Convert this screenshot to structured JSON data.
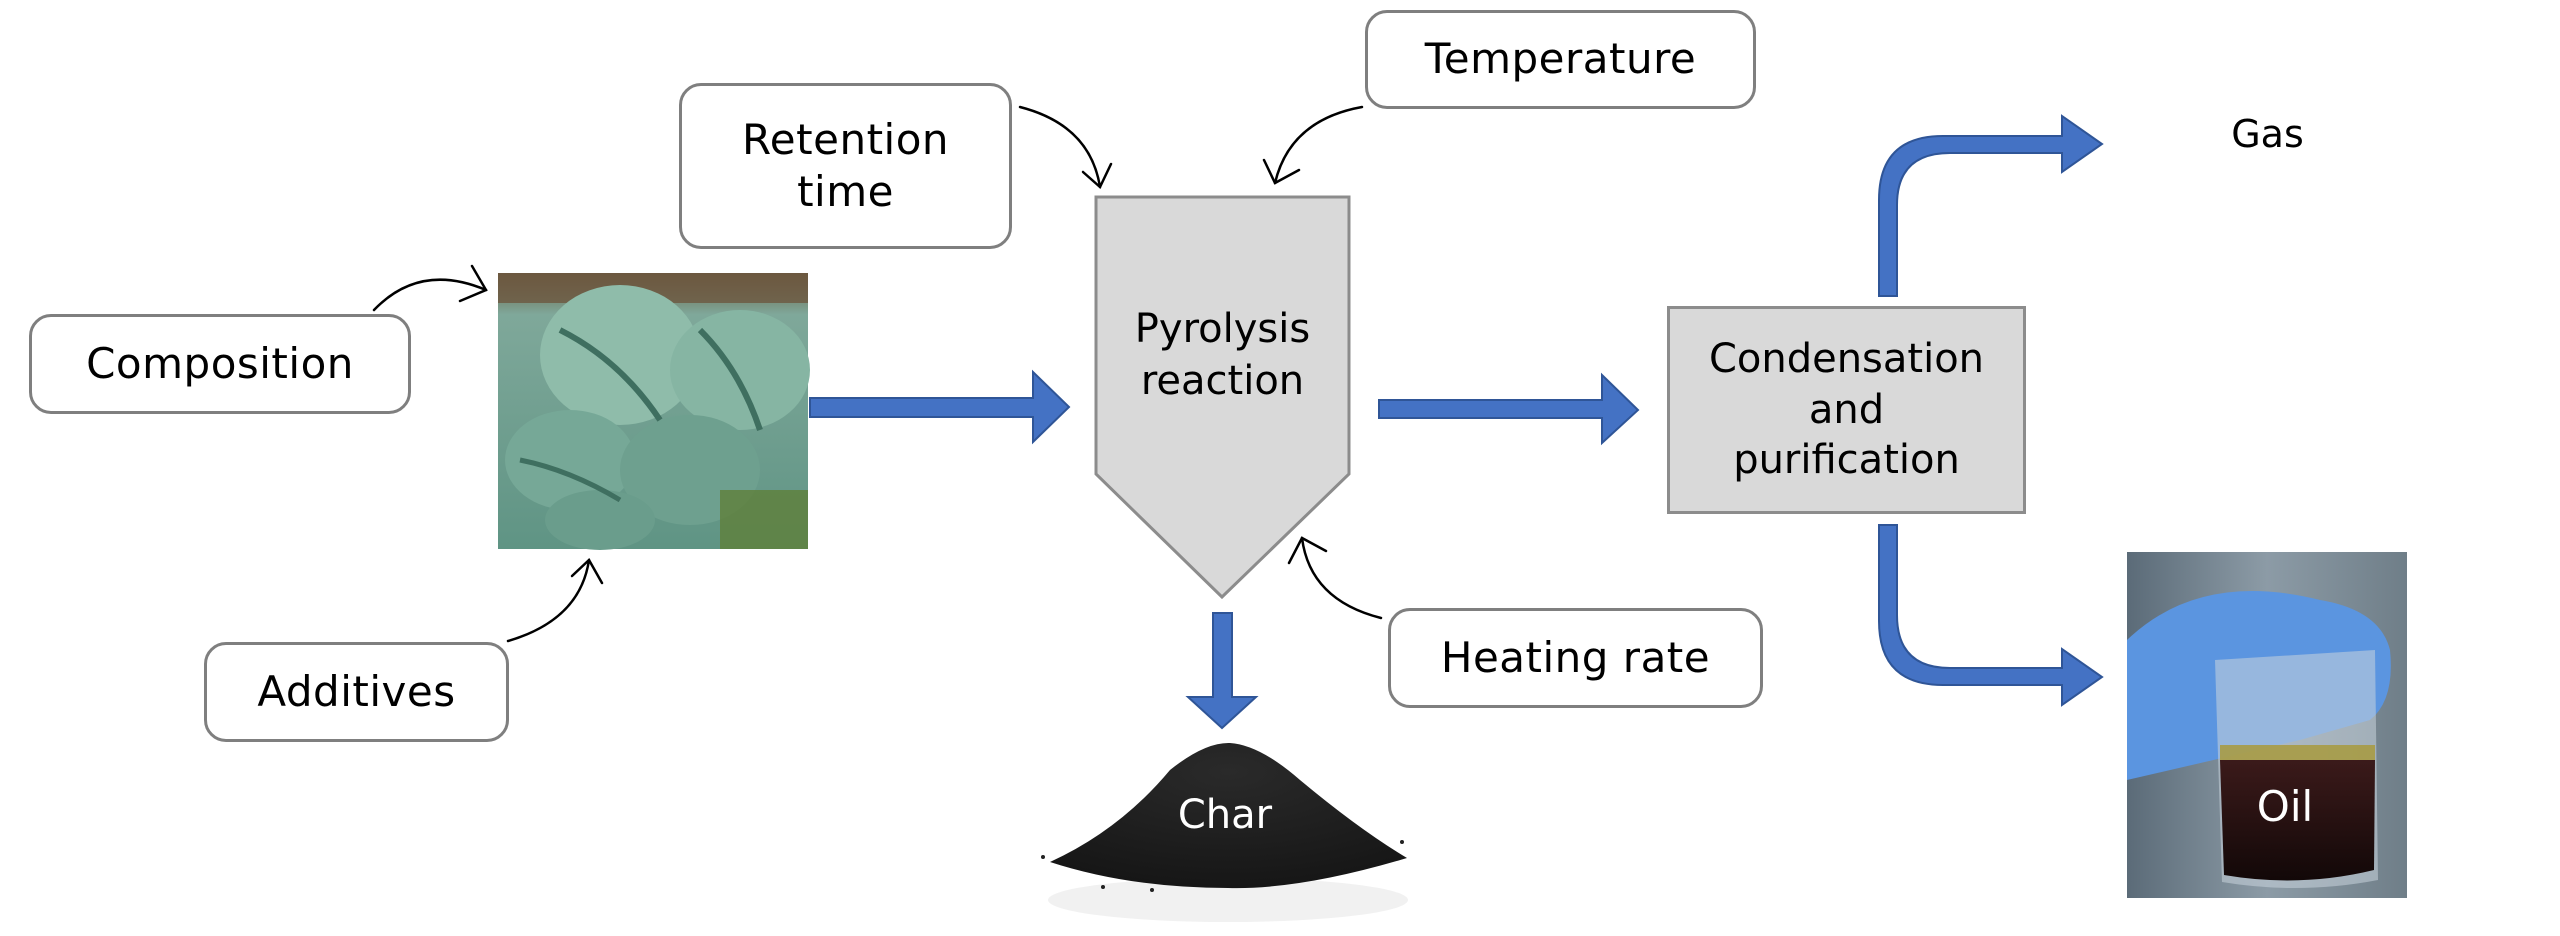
{
  "diagram": {
    "title": "Pyrolysis process flow",
    "parameters": {
      "composition": "Composition",
      "additives": "Additives",
      "retention_time": "Retention time",
      "temperature": "Temperature",
      "heating_rate": "Heating rate"
    },
    "process": {
      "pyrolysis_line1": "Pyrolysis",
      "pyrolysis_line2": "reaction",
      "condensation_line1": "Condensation",
      "condensation_line2": "and",
      "condensation_line3": "purification"
    },
    "feedstock": {
      "image": "fishing-net-waste-photo"
    },
    "products": {
      "gas": "Gas",
      "char": "Char",
      "oil": "Oil"
    },
    "colors": {
      "flow_arrow": "#4472C4",
      "flow_arrow_edge": "#2F5597",
      "process_fill": "#D9D9D9",
      "process_stroke": "#8C8C8C",
      "box_stroke": "#7F7F7F",
      "influence_arrow": "#000000"
    }
  }
}
